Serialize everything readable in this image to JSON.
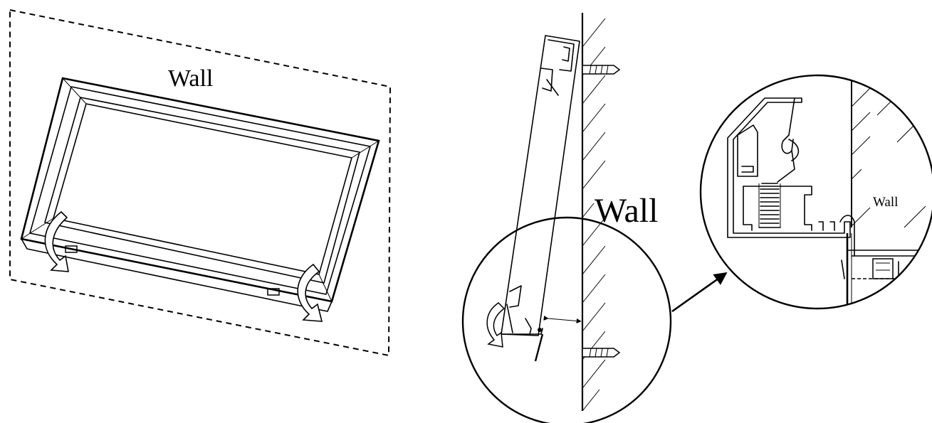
{
  "diagram": {
    "panel_view": {
      "wall_label": "Wall"
    },
    "side_view": {
      "wall_label": "Wall"
    },
    "detail_view": {
      "wall_label": "Wall"
    }
  },
  "colors": {
    "ink": "#000000",
    "paper": "#ffffff"
  }
}
